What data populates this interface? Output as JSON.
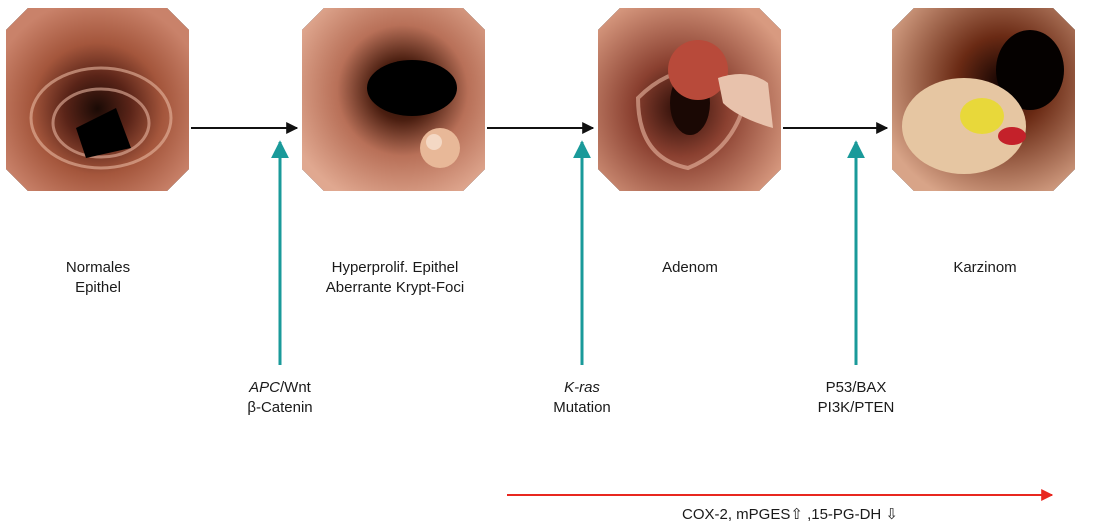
{
  "stages": [
    {
      "label": "Normales\nEpithel"
    },
    {
      "label": "Hyperprolif. Epithel\nAberrante Krypt-Foci"
    },
    {
      "label": "Adenom"
    },
    {
      "label": "Karzinom"
    }
  ],
  "genes": [
    {
      "italic": "APC",
      "rest": "/Wnt",
      "line2": "β-Catenin"
    },
    {
      "italic": "K-ras",
      "rest": "",
      "line2": "Mutation"
    },
    {
      "italic": "",
      "rest": "P53/BAX",
      "line2": "PI3K/PTEN"
    }
  ],
  "bottom": {
    "label": "COX-2, mPGES⇧ ,15-PG-DH ⇩"
  },
  "colors": {
    "teal": "#1a9a9a",
    "red": "#e8271f",
    "black": "#111111"
  }
}
